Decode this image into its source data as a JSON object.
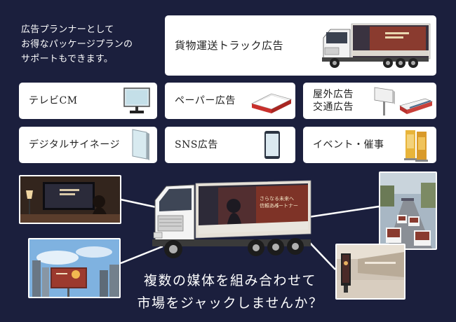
{
  "intro": {
    "line1": "広告プランナーとして",
    "line2": "お得なパッケージプランの",
    "line3": "サポートもできます。"
  },
  "cards": {
    "truck_ad": {
      "label": "貨物運送トラック広告",
      "icon": "truck-icon"
    },
    "tv": {
      "label": "テレビCM",
      "icon": "tv-icon"
    },
    "paper": {
      "label": "ペーパー広告",
      "icon": "book-icon"
    },
    "outdoor_transit": {
      "line1": "屋外広告",
      "line2": "交通広告",
      "icons": [
        "billboard-icon",
        "train-icon"
      ]
    },
    "digital_signage": {
      "label": "デジタルサイネージ",
      "icon": "signage-panel-icon"
    },
    "sns": {
      "label": "SNS広告",
      "icon": "smartphone-icon"
    },
    "event": {
      "label": "イベント・催事",
      "icon": "banner-stand-icon"
    }
  },
  "truck_panel_text": [
    "さらなる未来へ",
    "信頼ある",
    "パートナー"
  ],
  "headline": {
    "line1": "複数の媒体を組み合わせて",
    "line2": "市場をジャックしませんか？"
  },
  "colors": {
    "background": "#1b1f3d",
    "card": "#ffffff",
    "book_red": "#c9302c",
    "train_red": "#b8322e"
  }
}
